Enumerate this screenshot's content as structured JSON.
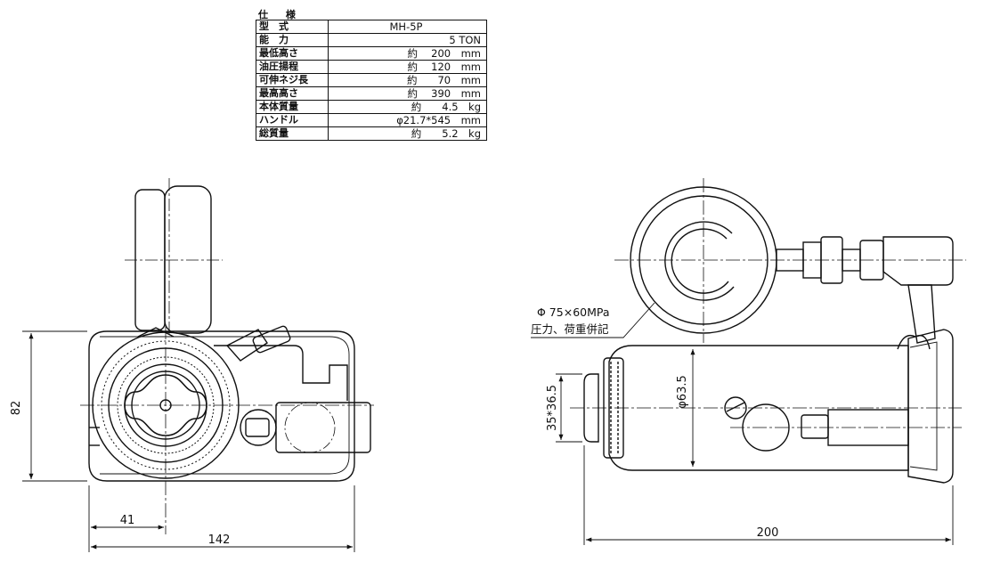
{
  "spec": {
    "caption": "仕 様",
    "rows": [
      {
        "label": "型　式",
        "value": "MH-5P"
      },
      {
        "label": "能　力",
        "value": "5 TON"
      },
      {
        "label": "最低高さ",
        "value": "約　 200　mm"
      },
      {
        "label": "油圧揚程",
        "value": "約　 120　mm"
      },
      {
        "label": "可伸ネジ長",
        "value": "約　　70　mm"
      },
      {
        "label": "最高高さ",
        "value": "約　 390　mm"
      },
      {
        "label": "本体質量",
        "value": "約　　4.5　kg"
      },
      {
        "label": "ハンドル",
        "value": "φ21.7*545　mm"
      },
      {
        "label": "総質量",
        "value": "約　　5.2　kg"
      }
    ]
  },
  "dimensions": {
    "left_height": "82",
    "left_offset": "41",
    "left_width": "142",
    "right_length": "200",
    "right_diameter": "φ63.5",
    "right_saddle": "35*36.5"
  },
  "gauge_note": {
    "line1": "Φ 75×60MPa",
    "line2": "圧力、荷重併記"
  },
  "colors": {
    "line": "#111111",
    "background": "#ffffff"
  }
}
